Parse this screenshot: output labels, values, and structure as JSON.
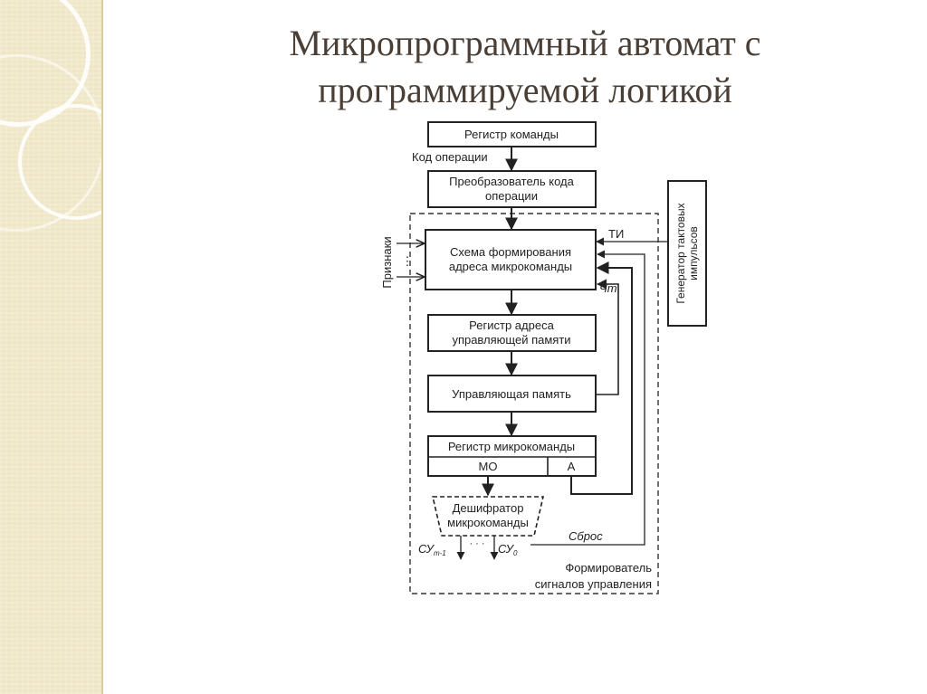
{
  "slide": {
    "title_line1": "Микропрограммный автомат с",
    "title_line2": "программируемой логикой"
  },
  "diagram": {
    "command_register": "Регистр команды",
    "opcode_label": "Код операции",
    "opcode_converter_line1": "Преобразователь кода",
    "opcode_converter_line2": "операции",
    "address_scheme_line1": "Схема формирования",
    "address_scheme_line2": "адреса микрокоманды",
    "flags_label": "Признаки",
    "flags_dots": "⋮",
    "ti_label": "ТИ",
    "clock_generator_line1": "Генератор тактовых",
    "clock_generator_line2": "импульсов",
    "chm_label": "Чт",
    "address_register_line1": "Регистр адреса",
    "address_register_line2": "управляющей памяти",
    "control_memory": "Управляющая память",
    "microcommand_register": "Регистр микрокоманды",
    "mo_field": "МО",
    "a_field": "А",
    "decoder_line1": "Дешифратор",
    "decoder_line2": "микрокоманды",
    "reset_label": "Сброс",
    "su_left": "СУ",
    "su_left_sub": "m-1",
    "su_dots": "· · ·",
    "su_right": "СУ",
    "su_right_sub": "0",
    "signal_former_line1": "Формирователь",
    "signal_former_line2": "сигналов управления"
  }
}
